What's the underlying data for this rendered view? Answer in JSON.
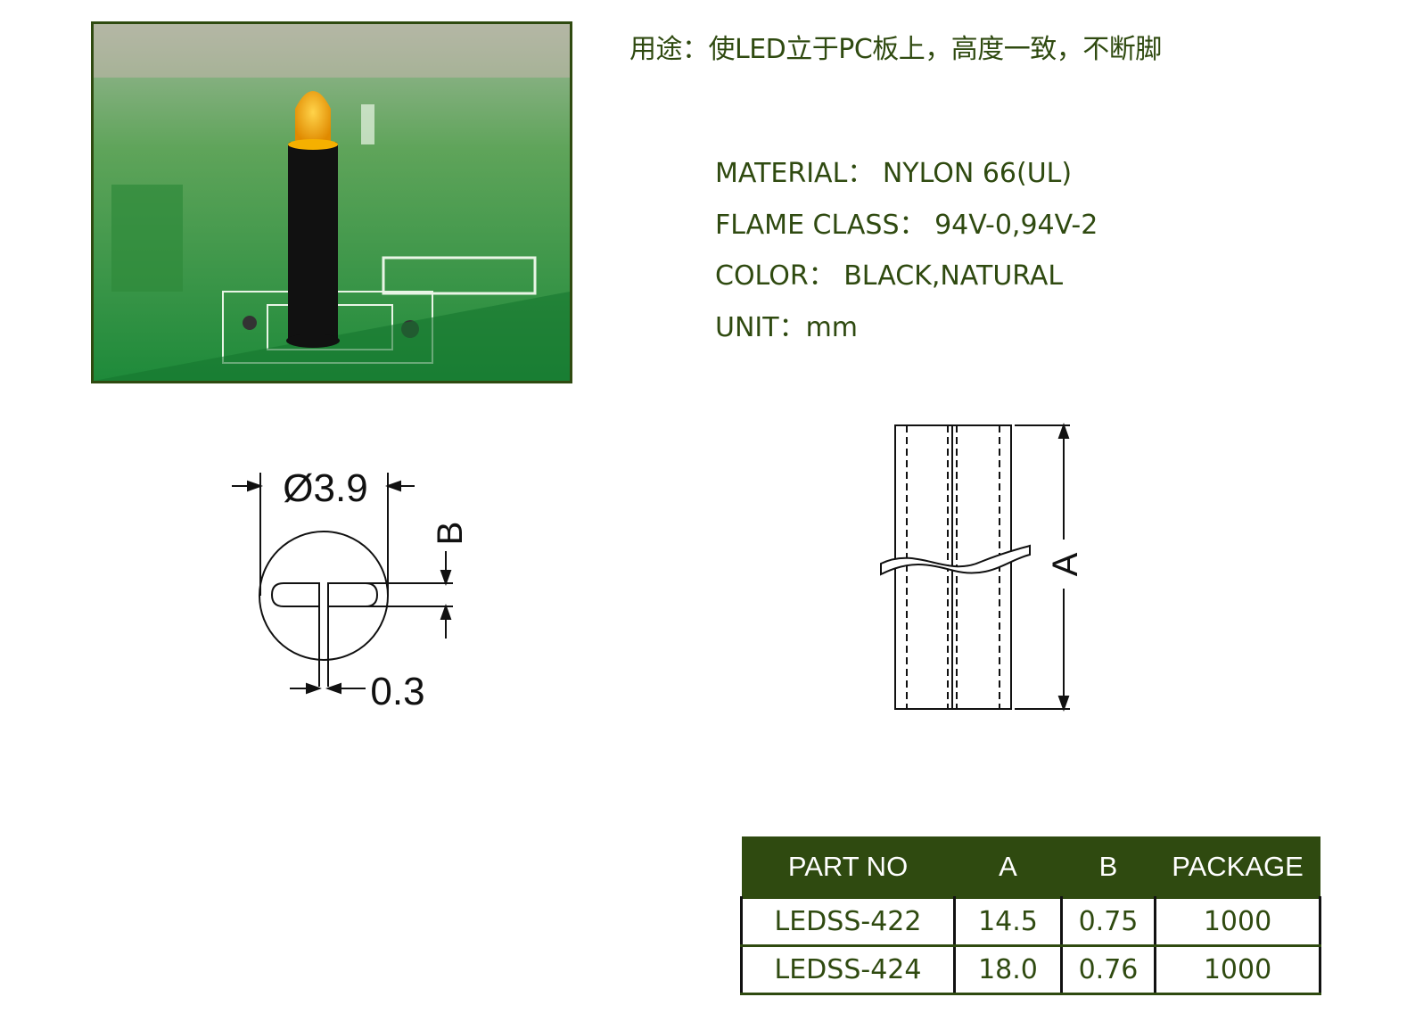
{
  "usage": "用途：使LED立于PC板上，高度一致，不断脚",
  "specs": [
    {
      "label": "MATERIAL：",
      "value": "NYLON 66(UL)"
    },
    {
      "label": "FLAME CLASS：",
      "value": "94V-0,94V-2"
    },
    {
      "label": "COLOR：",
      "value": "BLACK,NATURAL"
    },
    {
      "label": "UNIT：",
      "value": "mm"
    }
  ],
  "drawing_top": {
    "diameter": "Ø3.9",
    "slot_label": "B",
    "gap": "0.3"
  },
  "drawing_side": {
    "length_label": "A"
  },
  "table": {
    "headers": [
      "PART NO",
      "A",
      "B",
      "PACKAGE"
    ],
    "rows": [
      [
        "LEDSS-422",
        "14.5",
        "0.75",
        "1000"
      ],
      [
        "LEDSS-424",
        "18.0",
        "0.76",
        "1000"
      ]
    ]
  },
  "colors": {
    "accent": "#2f4a10"
  }
}
